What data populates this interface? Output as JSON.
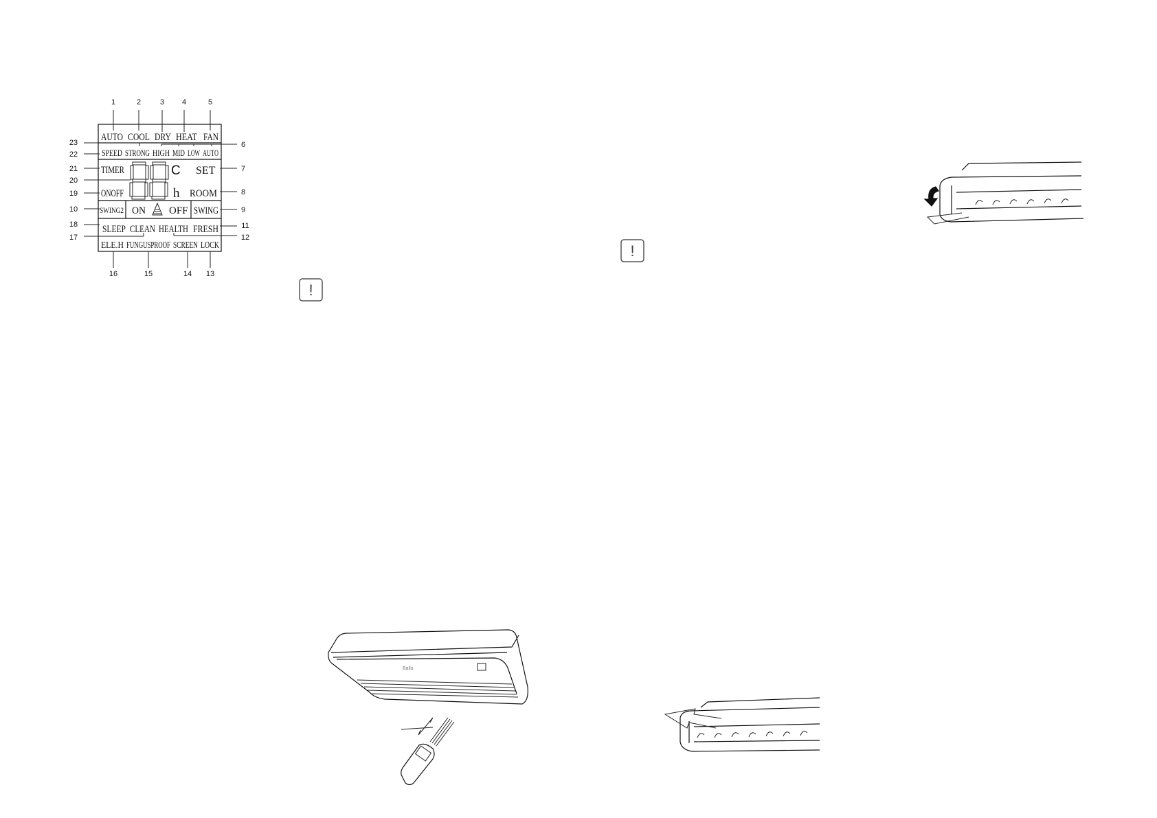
{
  "lcd_diagram": {
    "rows": {
      "mode": [
        "AUTO",
        "COOL",
        "DRY",
        "HEAT",
        "FAN"
      ],
      "speed": [
        "SPEED",
        "STRONG",
        "HIGH",
        "MID",
        "LOW",
        "AUTO"
      ],
      "timer": "TIMER",
      "onoff": "ONOFF",
      "celsius": "C",
      "hour": "h",
      "set": "SET",
      "room": "ROOM",
      "swing2": "SWING2",
      "on": "ON",
      "off": "OFF",
      "swing": "SWING",
      "functions": [
        "SLEEP",
        "CLEAN",
        "HEALTH",
        "FRESH"
      ],
      "extras": [
        "ELE.H",
        "FUNGUSPROOF",
        "SCREEN",
        "LOCK"
      ]
    },
    "callouts": {
      "top": [
        "1",
        "2",
        "3",
        "4",
        "5"
      ],
      "right": [
        "6",
        "7",
        "8",
        "9",
        "11",
        "12"
      ],
      "left": [
        "23",
        "22",
        "21",
        "20",
        "19",
        "10",
        "18",
        "17"
      ],
      "bottom": [
        "16",
        "15",
        "14",
        "13"
      ]
    }
  },
  "icons": {
    "warning_1": "exclamation-icon",
    "warning_2": "exclamation-icon",
    "warning_symbol": "!"
  },
  "illustrations": {
    "ceiling_unit_brand": "Ballu",
    "remote_control": "remote-control",
    "louver_down": "louver-open-arrow",
    "louver_up": "louver-close-arrow"
  }
}
